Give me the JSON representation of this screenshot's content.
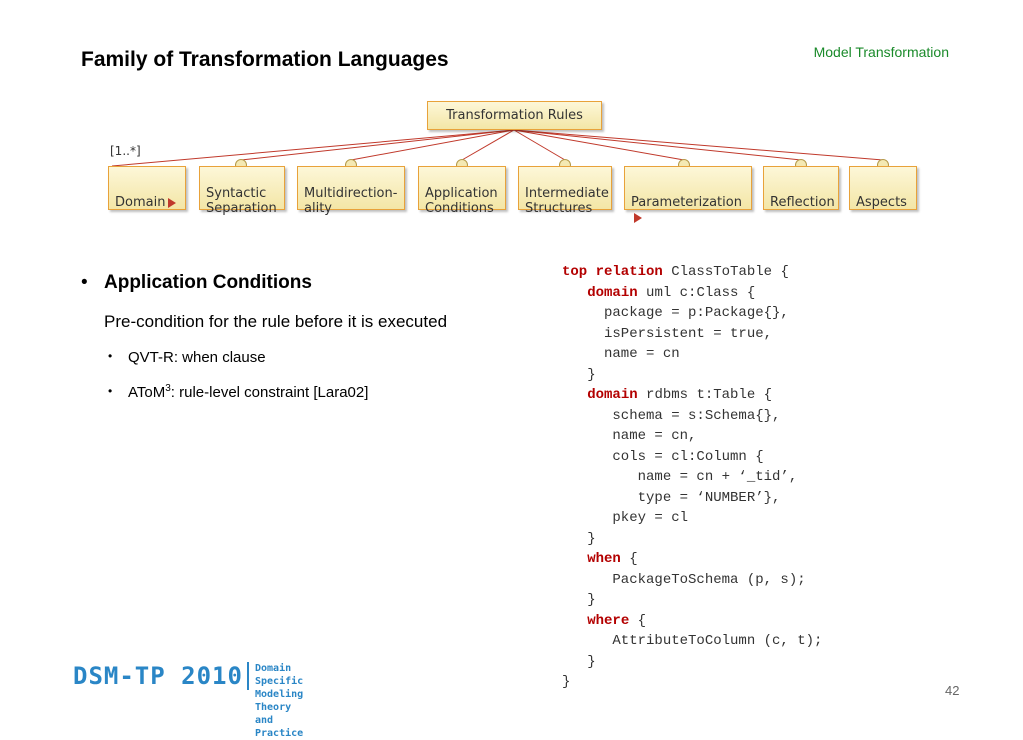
{
  "title": "Family of Transformation Languages",
  "section": "Model Transformation",
  "diagram": {
    "root": "Transformation Rules",
    "multiplicity": "[1..*]",
    "children": [
      {
        "label": "Domain",
        "arrow": true
      },
      {
        "label": "Syntactic\nSeparation",
        "arrow": false
      },
      {
        "label": "Multidirection-\nality",
        "arrow": false
      },
      {
        "label": "Application\nConditions",
        "arrow": false
      },
      {
        "label": "Intermediate\nStructures",
        "arrow": false
      },
      {
        "label": "Parameterization",
        "arrow": true
      },
      {
        "label": "Reflection",
        "arrow": false
      },
      {
        "label": "Aspects",
        "arrow": false
      }
    ]
  },
  "bullets": {
    "main_dot": "•",
    "main": "Application Conditions",
    "description": "Pre-condition for the rule before it is executed",
    "sub_dot": "•",
    "sub1": "QVT-R: when clause",
    "sub2_prefix": "AToM",
    "sub2_sup": "3",
    "sub2_rest": ": rule-level constraint [Lara02]"
  },
  "code": [
    [
      {
        "k": true,
        "t": "top relation"
      },
      {
        "k": false,
        "t": " ClassToTable {"
      }
    ],
    [
      {
        "k": false,
        "t": "   "
      },
      {
        "k": true,
        "t": "domain"
      },
      {
        "k": false,
        "t": " uml c:Class {"
      }
    ],
    [
      {
        "k": false,
        "t": "     package = p:Package{},"
      }
    ],
    [
      {
        "k": false,
        "t": "     isPersistent = true,"
      }
    ],
    [
      {
        "k": false,
        "t": "     name = cn"
      }
    ],
    [
      {
        "k": false,
        "t": "   }"
      }
    ],
    [
      {
        "k": false,
        "t": "   "
      },
      {
        "k": true,
        "t": "domain"
      },
      {
        "k": false,
        "t": " rdbms t:Table {"
      }
    ],
    [
      {
        "k": false,
        "t": "      schema = s:Schema{},"
      }
    ],
    [
      {
        "k": false,
        "t": "      name = cn,"
      }
    ],
    [
      {
        "k": false,
        "t": "      cols = cl:Column {"
      }
    ],
    [
      {
        "k": false,
        "t": "         name = cn + ‘_tid’,"
      }
    ],
    [
      {
        "k": false,
        "t": "         type = ‘NUMBER’},"
      }
    ],
    [
      {
        "k": false,
        "t": "      pkey = cl"
      }
    ],
    [
      {
        "k": false,
        "t": "   }"
      }
    ],
    [
      {
        "k": false,
        "t": "   "
      },
      {
        "k": true,
        "t": "when"
      },
      {
        "k": false,
        "t": " {"
      }
    ],
    [
      {
        "k": false,
        "t": "      PackageToSchema (p, s);"
      }
    ],
    [
      {
        "k": false,
        "t": "   }"
      }
    ],
    [
      {
        "k": false,
        "t": "   "
      },
      {
        "k": true,
        "t": "where"
      },
      {
        "k": false,
        "t": " {"
      }
    ],
    [
      {
        "k": false,
        "t": "      AttributeToColumn (c, t);"
      }
    ],
    [
      {
        "k": false,
        "t": "   }"
      }
    ],
    [
      {
        "k": false,
        "t": "}"
      }
    ]
  ],
  "footer": {
    "logo_main": "DSM-TP 2010",
    "logo_sub": "Domain Specific Modeling\nTheory and Practice",
    "page_number": "42"
  },
  "colors": {
    "keyword": "#b30000",
    "section": "#1a8a2a",
    "logo": "#2a86c6",
    "box_border": "#e8a23a",
    "connector": "#c0392b"
  }
}
